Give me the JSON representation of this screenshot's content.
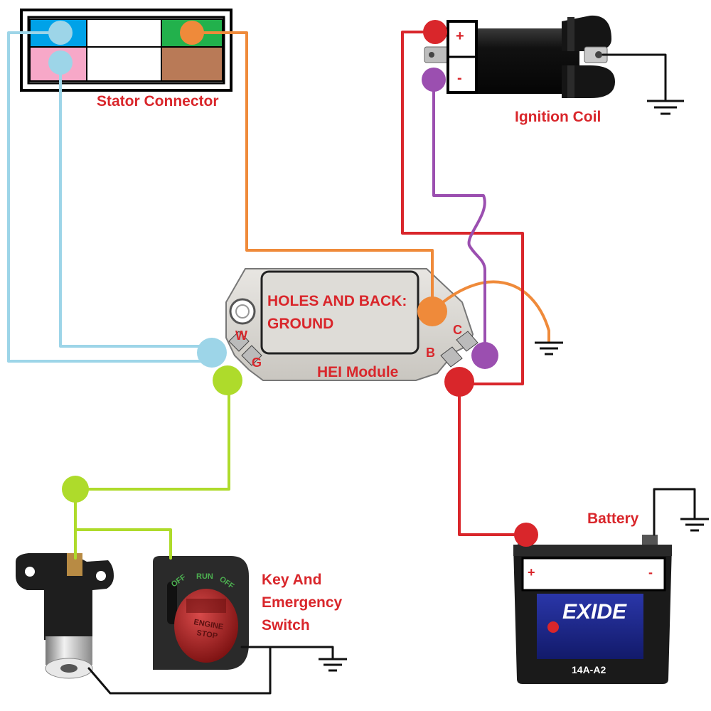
{
  "labels": {
    "stator_connector": "Stator Connector",
    "ignition_coil": "Ignition Coil",
    "hei_module": "HEI Module",
    "holes_line1": "HOLES AND BACK:",
    "holes_line2": "GROUND",
    "battery": "Battery",
    "key_line1": "Key And",
    "key_line2": "Emergency",
    "key_line3": "Switch"
  },
  "terminals": {
    "w": "W",
    "g": "G",
    "b": "B",
    "c": "C",
    "coil_plus": "+",
    "coil_minus": "-",
    "battery_plus": "+",
    "battery_minus": "-"
  },
  "switch_text": {
    "off_left": "OFF",
    "run": "RUN",
    "off_right": "OFF",
    "engine": "ENGINE",
    "stop": "STOP"
  },
  "battery_text": {
    "brand": "EXIDE",
    "model": "14A-A2"
  },
  "colors": {
    "wire_light_blue": "#9dd5e8",
    "wire_orange": "#ef8a3a",
    "wire_red": "#d9262b",
    "wire_purple": "#9b4fb0",
    "wire_green": "#aedb2b",
    "wire_black": "#111111",
    "label_red": "#d9262b",
    "stator_blue": "#00a2e8",
    "stator_pink": "#f7a8c8",
    "stator_green": "#22b14c",
    "stator_brown": "#b97a57"
  }
}
